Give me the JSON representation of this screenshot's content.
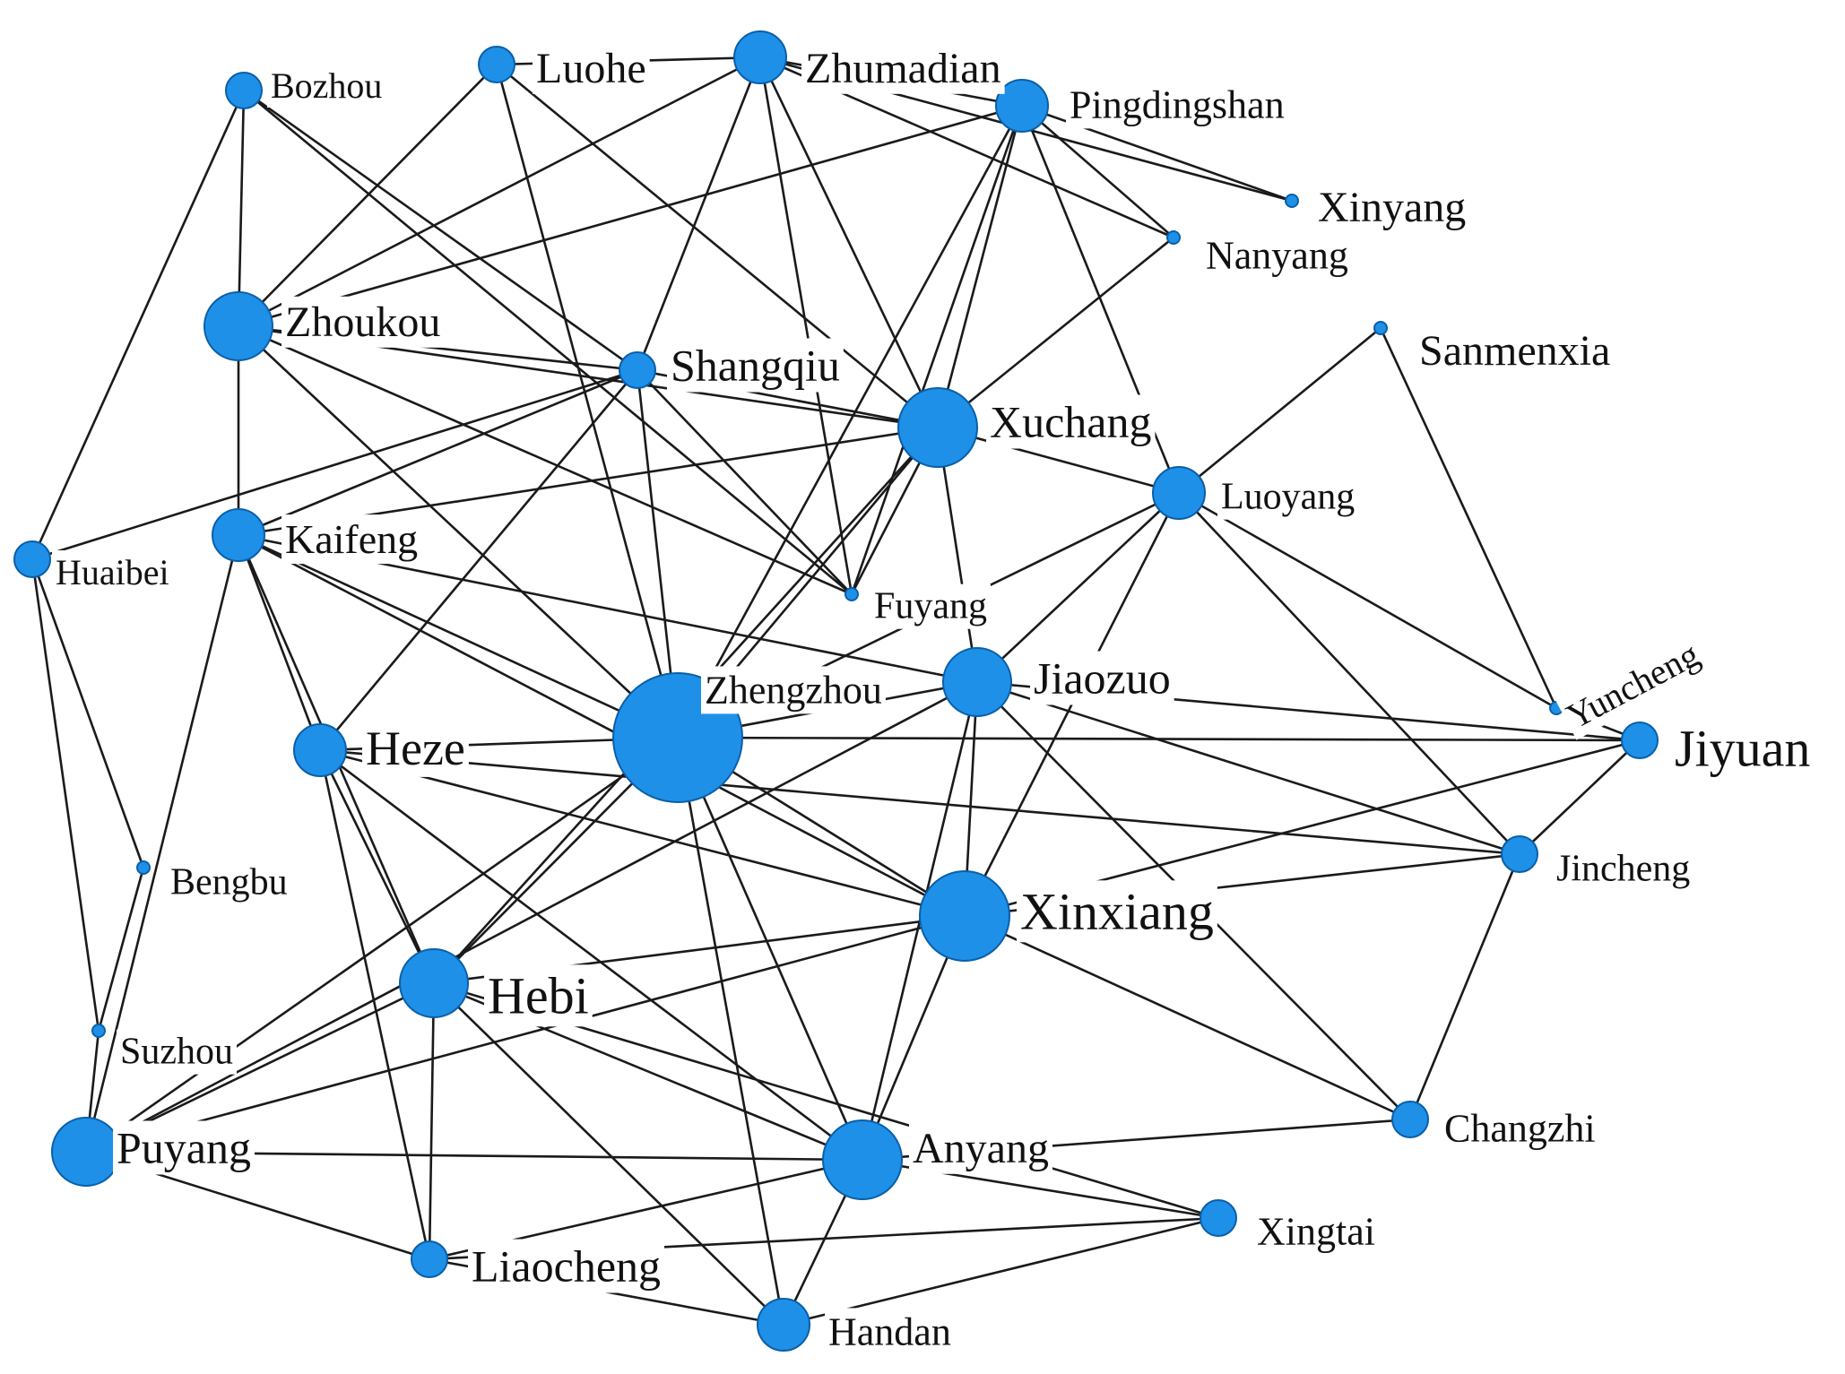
{
  "nodes": [
    {
      "id": "bozhou",
      "label": "Bozhou",
      "size": "small"
    },
    {
      "id": "luohe",
      "label": "Luohe",
      "size": "small"
    },
    {
      "id": "zhumadian",
      "label": "Zhumadian",
      "size": "small-medium"
    },
    {
      "id": "pingdingshan",
      "label": "Pingdingshan",
      "size": "small-medium"
    },
    {
      "id": "xinyang",
      "label": "Xinyang",
      "size": "tiny"
    },
    {
      "id": "nanyang",
      "label": "Nanyang",
      "size": "tiny"
    },
    {
      "id": "zhoukou",
      "label": "Zhoukou",
      "size": "medium"
    },
    {
      "id": "shangqiu",
      "label": "Shangqiu",
      "size": "small"
    },
    {
      "id": "sanmenxia",
      "label": "Sanmenxia",
      "size": "tiny"
    },
    {
      "id": "xuchang",
      "label": "Xuchang",
      "size": "medium-large"
    },
    {
      "id": "luoyang",
      "label": "Luoyang",
      "size": "small-medium"
    },
    {
      "id": "huaibei",
      "label": "Huaibei",
      "size": "small"
    },
    {
      "id": "kaifeng",
      "label": "Kaifeng",
      "size": "small-medium"
    },
    {
      "id": "fuyang",
      "label": "Fuyang",
      "size": "tiny"
    },
    {
      "id": "zhengzhou",
      "label": "Zhengzhou",
      "size": "largest"
    },
    {
      "id": "jiaozuo",
      "label": "Jiaozuo",
      "size": "medium"
    },
    {
      "id": "yuncheng",
      "label": "Yuncheng",
      "size": "tiny"
    },
    {
      "id": "jiyuan",
      "label": "Jiyuan",
      "size": "small"
    },
    {
      "id": "heze",
      "label": "Heze",
      "size": "small-medium"
    },
    {
      "id": "bengbu",
      "label": "Bengbu",
      "size": "tiny"
    },
    {
      "id": "jincheng",
      "label": "Jincheng",
      "size": "small"
    },
    {
      "id": "xinxiang",
      "label": "Xinxiang",
      "size": "large"
    },
    {
      "id": "hebi",
      "label": "Hebi",
      "size": "medium"
    },
    {
      "id": "suzhou",
      "label": "Suzhou",
      "size": "tiny"
    },
    {
      "id": "puyang",
      "label": "Puyang",
      "size": "medium"
    },
    {
      "id": "anyang",
      "label": "Anyang",
      "size": "medium-large"
    },
    {
      "id": "changzhi",
      "label": "Changzhi",
      "size": "small"
    },
    {
      "id": "xingtai",
      "label": "Xingtai",
      "size": "small"
    },
    {
      "id": "liaocheng",
      "label": "Liaocheng",
      "size": "small"
    },
    {
      "id": "handan",
      "label": "Handan",
      "size": "small-medium"
    }
  ],
  "edges": [
    [
      "bozhou",
      "zhoukou"
    ],
    [
      "bozhou",
      "huaibei"
    ],
    [
      "bozhou",
      "shangqiu"
    ],
    [
      "bozhou",
      "fuyang"
    ],
    [
      "luohe",
      "zhoukou"
    ],
    [
      "luohe",
      "zhengzhou"
    ],
    [
      "luohe",
      "xuchang"
    ],
    [
      "luohe",
      "zhumadian"
    ],
    [
      "zhumadian",
      "zhoukou"
    ],
    [
      "zhumadian",
      "shangqiu"
    ],
    [
      "zhumadian",
      "xuchang"
    ],
    [
      "zhumadian",
      "pingdingshan"
    ],
    [
      "zhumadian",
      "nanyang"
    ],
    [
      "zhumadian",
      "xinyang"
    ],
    [
      "zhumadian",
      "fuyang"
    ],
    [
      "pingdingshan",
      "zhoukou"
    ],
    [
      "pingdingshan",
      "xuchang"
    ],
    [
      "pingdingshan",
      "luoyang"
    ],
    [
      "pingdingshan",
      "zhengzhou"
    ],
    [
      "pingdingshan",
      "nanyang"
    ],
    [
      "pingdingshan",
      "xinyang"
    ],
    [
      "pingdingshan",
      "fuyang"
    ],
    [
      "nanyang",
      "xuchang"
    ],
    [
      "zhoukou",
      "kaifeng"
    ],
    [
      "zhoukou",
      "shangqiu"
    ],
    [
      "zhoukou",
      "xuchang"
    ],
    [
      "zhoukou",
      "fuyang"
    ],
    [
      "zhoukou",
      "zhengzhou"
    ],
    [
      "shangqiu",
      "kaifeng"
    ],
    [
      "shangqiu",
      "zhengzhou"
    ],
    [
      "shangqiu",
      "heze"
    ],
    [
      "shangqiu",
      "xuchang"
    ],
    [
      "shangqiu",
      "huaibei"
    ],
    [
      "shangqiu",
      "fuyang"
    ],
    [
      "xuchang",
      "zhengzhou"
    ],
    [
      "xuchang",
      "luoyang"
    ],
    [
      "xuchang",
      "kaifeng"
    ],
    [
      "xuchang",
      "fuyang"
    ],
    [
      "xuchang",
      "jiaozuo"
    ],
    [
      "xuchang",
      "hebi"
    ],
    [
      "luoyang",
      "jiaozuo"
    ],
    [
      "luoyang",
      "zhengzhou"
    ],
    [
      "luoyang",
      "jincheng"
    ],
    [
      "luoyang",
      "yuncheng"
    ],
    [
      "luoyang",
      "sanmenxia"
    ],
    [
      "luoyang",
      "xinxiang"
    ],
    [
      "sanmenxia",
      "yuncheng"
    ],
    [
      "huaibei",
      "bengbu"
    ],
    [
      "huaibei",
      "suzhou"
    ],
    [
      "kaifeng",
      "zhengzhou"
    ],
    [
      "kaifeng",
      "heze"
    ],
    [
      "kaifeng",
      "xinxiang"
    ],
    [
      "kaifeng",
      "puyang"
    ],
    [
      "kaifeng",
      "jiaozuo"
    ],
    [
      "kaifeng",
      "hebi"
    ],
    [
      "zhengzhou",
      "jiaozuo"
    ],
    [
      "zhengzhou",
      "xinxiang"
    ],
    [
      "zhengzhou",
      "jiyuan"
    ],
    [
      "zhengzhou",
      "anyang"
    ],
    [
      "zhengzhou",
      "handan"
    ],
    [
      "zhengzhou",
      "puyang"
    ],
    [
      "zhengzhou",
      "heze"
    ],
    [
      "zhengzhou",
      "hebi"
    ],
    [
      "jiaozuo",
      "xinxiang"
    ],
    [
      "jiaozuo",
      "jiyuan"
    ],
    [
      "jiaozuo",
      "jincheng"
    ],
    [
      "jiaozuo",
      "anyang"
    ],
    [
      "jiaozuo",
      "puyang"
    ],
    [
      "jiaozuo",
      "changzhi"
    ],
    [
      "yuncheng",
      "jiyuan"
    ],
    [
      "jiyuan",
      "jincheng"
    ],
    [
      "jiyuan",
      "xinxiang"
    ],
    [
      "heze",
      "hebi"
    ],
    [
      "heze",
      "liaocheng"
    ],
    [
      "heze",
      "anyang"
    ],
    [
      "heze",
      "xinxiang"
    ],
    [
      "heze",
      "jincheng"
    ],
    [
      "jincheng",
      "xinxiang"
    ],
    [
      "jincheng",
      "changzhi"
    ],
    [
      "xinxiang",
      "hebi"
    ],
    [
      "xinxiang",
      "anyang"
    ],
    [
      "xinxiang",
      "changzhi"
    ],
    [
      "xinxiang",
      "puyang"
    ],
    [
      "hebi",
      "anyang"
    ],
    [
      "hebi",
      "liaocheng"
    ],
    [
      "hebi",
      "puyang"
    ],
    [
      "hebi",
      "handan"
    ],
    [
      "hebi",
      "xingtai"
    ],
    [
      "suzhou",
      "bengbu"
    ],
    [
      "suzhou",
      "puyang"
    ],
    [
      "puyang",
      "anyang"
    ],
    [
      "puyang",
      "liaocheng"
    ],
    [
      "anyang",
      "handan"
    ],
    [
      "anyang",
      "xingtai"
    ],
    [
      "anyang",
      "changzhi"
    ],
    [
      "anyang",
      "liaocheng"
    ],
    [
      "liaocheng",
      "handan"
    ],
    [
      "liaocheng",
      "xingtai"
    ],
    [
      "xingtai",
      "handan"
    ]
  ]
}
